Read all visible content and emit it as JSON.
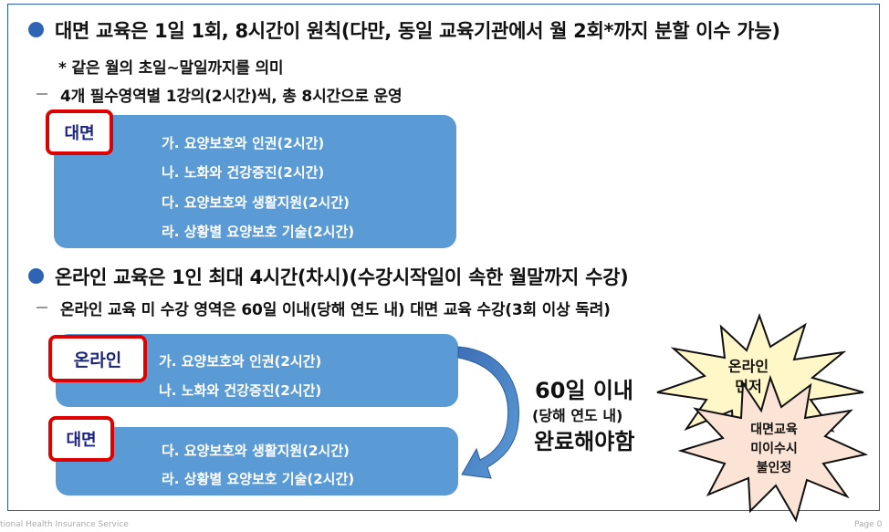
{
  "section1": {
    "heading": "대면 교육은 1일 1회, 8시간이 원칙(다만, 동일 교육기관에서 월 2회*까지 분할 이수 가능)",
    "note": "* 같은 월의 초일~말일까지를 의미",
    "sub": "4개 필수영역별 1강의(2시간)씩, 총 8시간으로 운영",
    "tag": "대면",
    "items": [
      "가. 요양보호와 인권(2시간)",
      "나. 노화와 건강증진(2시간)",
      "다. 요양보호와 생활지원(2시간)",
      "라. 상황별 요양보호 기술(2시간)"
    ]
  },
  "section2": {
    "heading": "온라인 교육은 1인 최대 4시간(차시)(수강시작일이 속한 월말까지 수강)",
    "sub": "온라인 교육 미 수강 영역은 60일 이내(당해 연도 내) 대면 교육 수강(3회 이상 독려)",
    "online_tag": "온라인",
    "online_items": [
      "가. 요양보호와 인권(2시간)",
      "나. 노화와 건강증진(2시간)"
    ],
    "offline_tag": "대면",
    "offline_items": [
      "다. 요양보호와 생활지원(2시간)",
      "라. 상황별 요양보호 기술(2시간)"
    ]
  },
  "deadline": {
    "line1": "60일 이내",
    "line2": "(당해 연도 내)",
    "line3": "완료해야함"
  },
  "stars": {
    "yellow": [
      "온라인",
      "먼저"
    ],
    "pink": [
      "대면교육",
      "미이수시",
      "불인정"
    ]
  },
  "footer": {
    "left": "tional Health Insurance Service",
    "right": "Page 0"
  },
  "colors": {
    "accent": "#2f64b5",
    "box": "#5b9bd5",
    "tag_border": "#e00000",
    "star_yellow": "#fff7c8",
    "star_pink": "#fbe3d6"
  }
}
